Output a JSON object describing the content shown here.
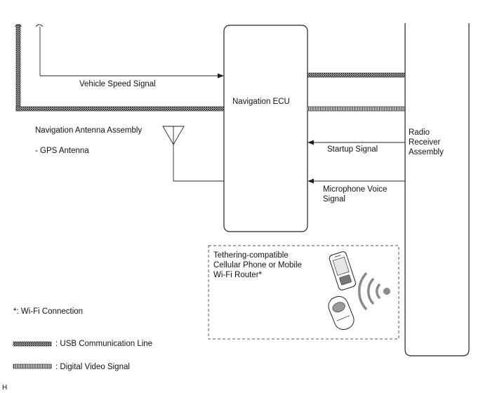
{
  "labels": {
    "vehicle_speed": "Vehicle Speed Signal",
    "nav_ecu": "Navigation ECU",
    "nav_antenna_line1": "Navigation Antenna Assembly",
    "nav_antenna_line2": "- GPS Antenna",
    "radio_line1": "Radio",
    "radio_line2": "Receiver",
    "radio_line3": "Assembly",
    "startup": "Startup Signal",
    "mic_line1": "Microphone Voice",
    "mic_line2": "Signal",
    "device_line1": "Tethering-compatible",
    "device_line2": "Cellular Phone or Mobile",
    "device_line3": "Wi-Fi Router*",
    "wifi_note": "*: Wi-Fi Connection"
  },
  "legend": {
    "usb": ": USB Communication Line",
    "video": ": Digital Video Signal"
  },
  "footer_code": "H",
  "icons": {
    "phone": "cellular-phone-icon",
    "router": "mobile-wifi-router-icon",
    "wifi": "wifi-signal-icon",
    "antenna": "antenna-icon"
  }
}
